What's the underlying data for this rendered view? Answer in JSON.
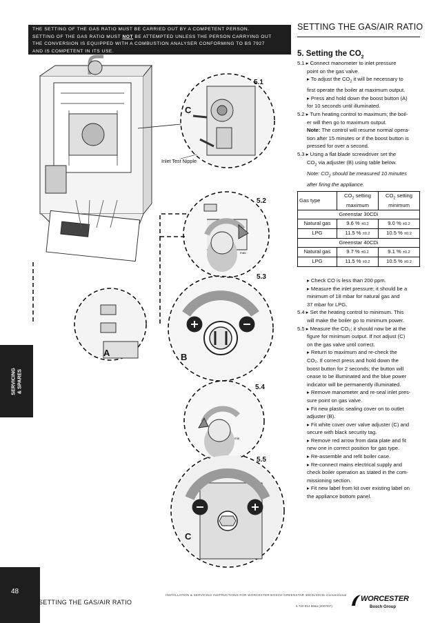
{
  "warning": {
    "line1": "THE SETTING OF THE GAS RATIO MUST BE CARRIED OUT BY A COMPETENT PERSON.",
    "line2_before": "SETTING OF THE GAS RATIO MUST",
    "line2_not": "NOT",
    "line2_after": "BE ATTEMPTED UNLESS THE PERSON CARRYING OUT",
    "line3": "THE CONVERSION IS EQUIPPED WITH A COMBUSTION ANALYSER CONFORMING TO BS 7927",
    "line4": "AND IS COMPETENT IN ITS USE."
  },
  "header": {
    "title": "SETTING THE GAS/AIR RATIO"
  },
  "section": {
    "heading": "5. Setting the CO",
    "heading_sub": "2"
  },
  "steps_top": {
    "s51_a": "5.1 ▸ Connect manometer to inlet pressure",
    "s51_b": "point on the gas valve.",
    "s51_c": "▸ To adjust the CO",
    "s51_c2": " it will be necessary to",
    "s51_d": "first operate the boiler at maximum output.",
    "s51_e": "▸ Press and hold down the boost button (A)",
    "s51_f": "for 10 seconds until illuminated.",
    "s52_a": "5.2 ▸ Turn heating control to maximum; the boil-",
    "s52_b": "er will then go to maximum output.",
    "note_label": "Note:",
    "note_a": " The control will resume normal opera-",
    "note_b": "tion after 15 minutes or if the boost button is",
    "note_c": "pressed for over a second.",
    "s53_a": "5.3 ▸ Using a flat blade screwdriver set the",
    "s53_b": "CO",
    "s53_b2": " via adjuster (B) using table below.",
    "note2_a": "Note: CO",
    "note2_a2": " should be measured 10 minutes",
    "note2_b": "after firing the appliance."
  },
  "table": {
    "col_gas": "Gas type",
    "col_max_a": "CO",
    "col_max_b": " setting",
    "col_max_c": "maximum",
    "col_min_a": "CO",
    "col_min_b": " setting",
    "col_min_c": "minimum",
    "sub2": "2",
    "group1": "Greenstar 30CDi",
    "group2": "Greenstar 40CDi",
    "rows1": [
      {
        "gas": "Natural gas",
        "max": "9.6 %",
        "max_tol": "±0.2",
        "min": "9.0 %",
        "min_tol": "±0.2"
      },
      {
        "gas": "LPG",
        "max": "11.5 %",
        "max_tol": "±0.2",
        "min": "10.5 %",
        "min_tol": "±0.2"
      }
    ],
    "rows2": [
      {
        "gas": "Natural gas",
        "max": "9.7 %",
        "max_tol": "±0.2",
        "min": "9.1 %",
        "min_tol": "±0.2"
      },
      {
        "gas": "LPG",
        "max": "11.5 %",
        "max_tol": "±0.2",
        "min": "10.5 %",
        "min_tol": "±0.2"
      }
    ]
  },
  "steps_bottom": [
    "▸ Check CO is less than 200 ppm.",
    "▸ Measure the inlet pressure; it should be a",
    "minimum of 18 mbar for natural gas and",
    "37 mbar for LPG.",
    "5.4 ▸ Set the heating control to minimum. This",
    "will make the boiler go to minimum power.",
    "5.5 ▸ Measure the CO₂; it should now be at the",
    "figure for minimum output. If not adjust (C)",
    "on the gas valve until correct.",
    "▸ Return to maximum and re-check the",
    "CO₂. If correct press and hold down the",
    "boost button for 2 seconds; the button will",
    "cease to be illuminated and the blue power",
    "indicator will be permanently illuminated.",
    "▸ Remove manometer and re-seal inlet pres-",
    "sure point on gas valve.",
    "▸ Fit new plastic sealing cover on to outlet",
    "adjuster (B).",
    "▸ Fit white cover over valve adjuster (C) and",
    "secure with black security tag.",
    "▸ Remove red arrow from data plate and fit",
    "new one in correct position for gas type.",
    "▸ Re-assemble and refit boiler case.",
    "▸ Re-connect mains electrical supply and",
    "check boiler operation as stated in the com-",
    "missioning section.",
    "▸ Fit new label from kit over existing label on",
    "the appliance bottom panel."
  ],
  "figures": {
    "f51": "5.1",
    "f52": "5.2",
    "f53": "5.3",
    "f54": "5.4",
    "f55": "5.5",
    "callout_c1": "C",
    "callout_a": "A",
    "callout_b": "B",
    "callout_c2": "C",
    "inlet": "Inlet Test Nipple",
    "max_label": "max",
    "min_label": "min"
  },
  "side_tab": {
    "line1": "SERVICING",
    "line2": "& SPARES"
  },
  "footer": {
    "page_number": "48",
    "title": "SETTING THE GAS/AIR RATIO",
    "doc": "INSTALLATION & SERVICING INSTRUCTIONS FOR WORCESTER BOSCH GREENSTAR 30CDi/40CDi Conventional",
    "code": "6 720 614 556a (2007/07)",
    "brand": "WORCESTER",
    "brand_sub": "Bosch Group"
  }
}
